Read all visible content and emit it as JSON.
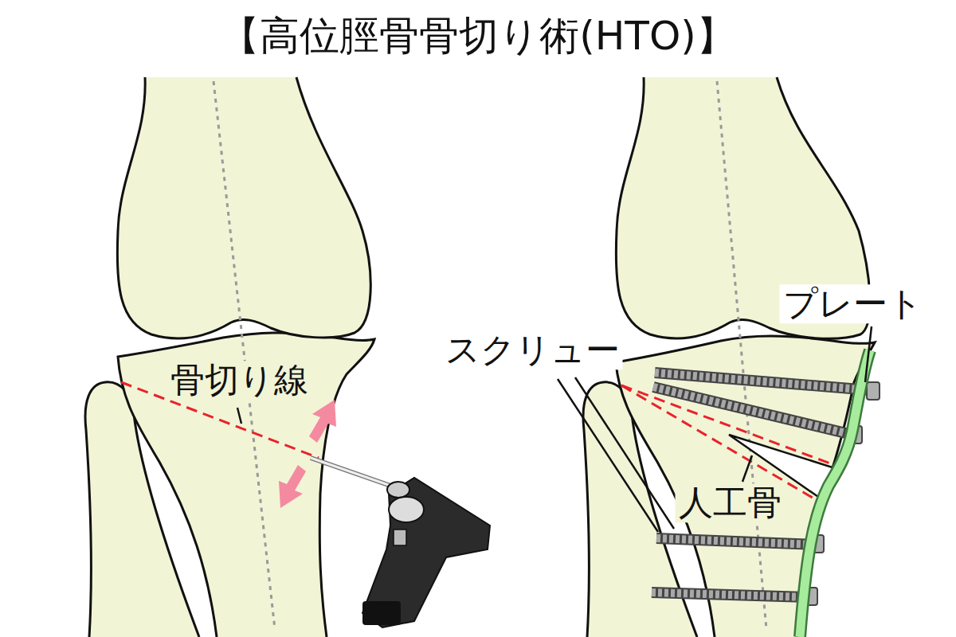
{
  "diagram": {
    "title": "【高位脛骨骨切り術(HTO)】",
    "labels": [
      "骨切り線",
      "スクリュー",
      "人工骨",
      "プレート"
    ]
  }
}
